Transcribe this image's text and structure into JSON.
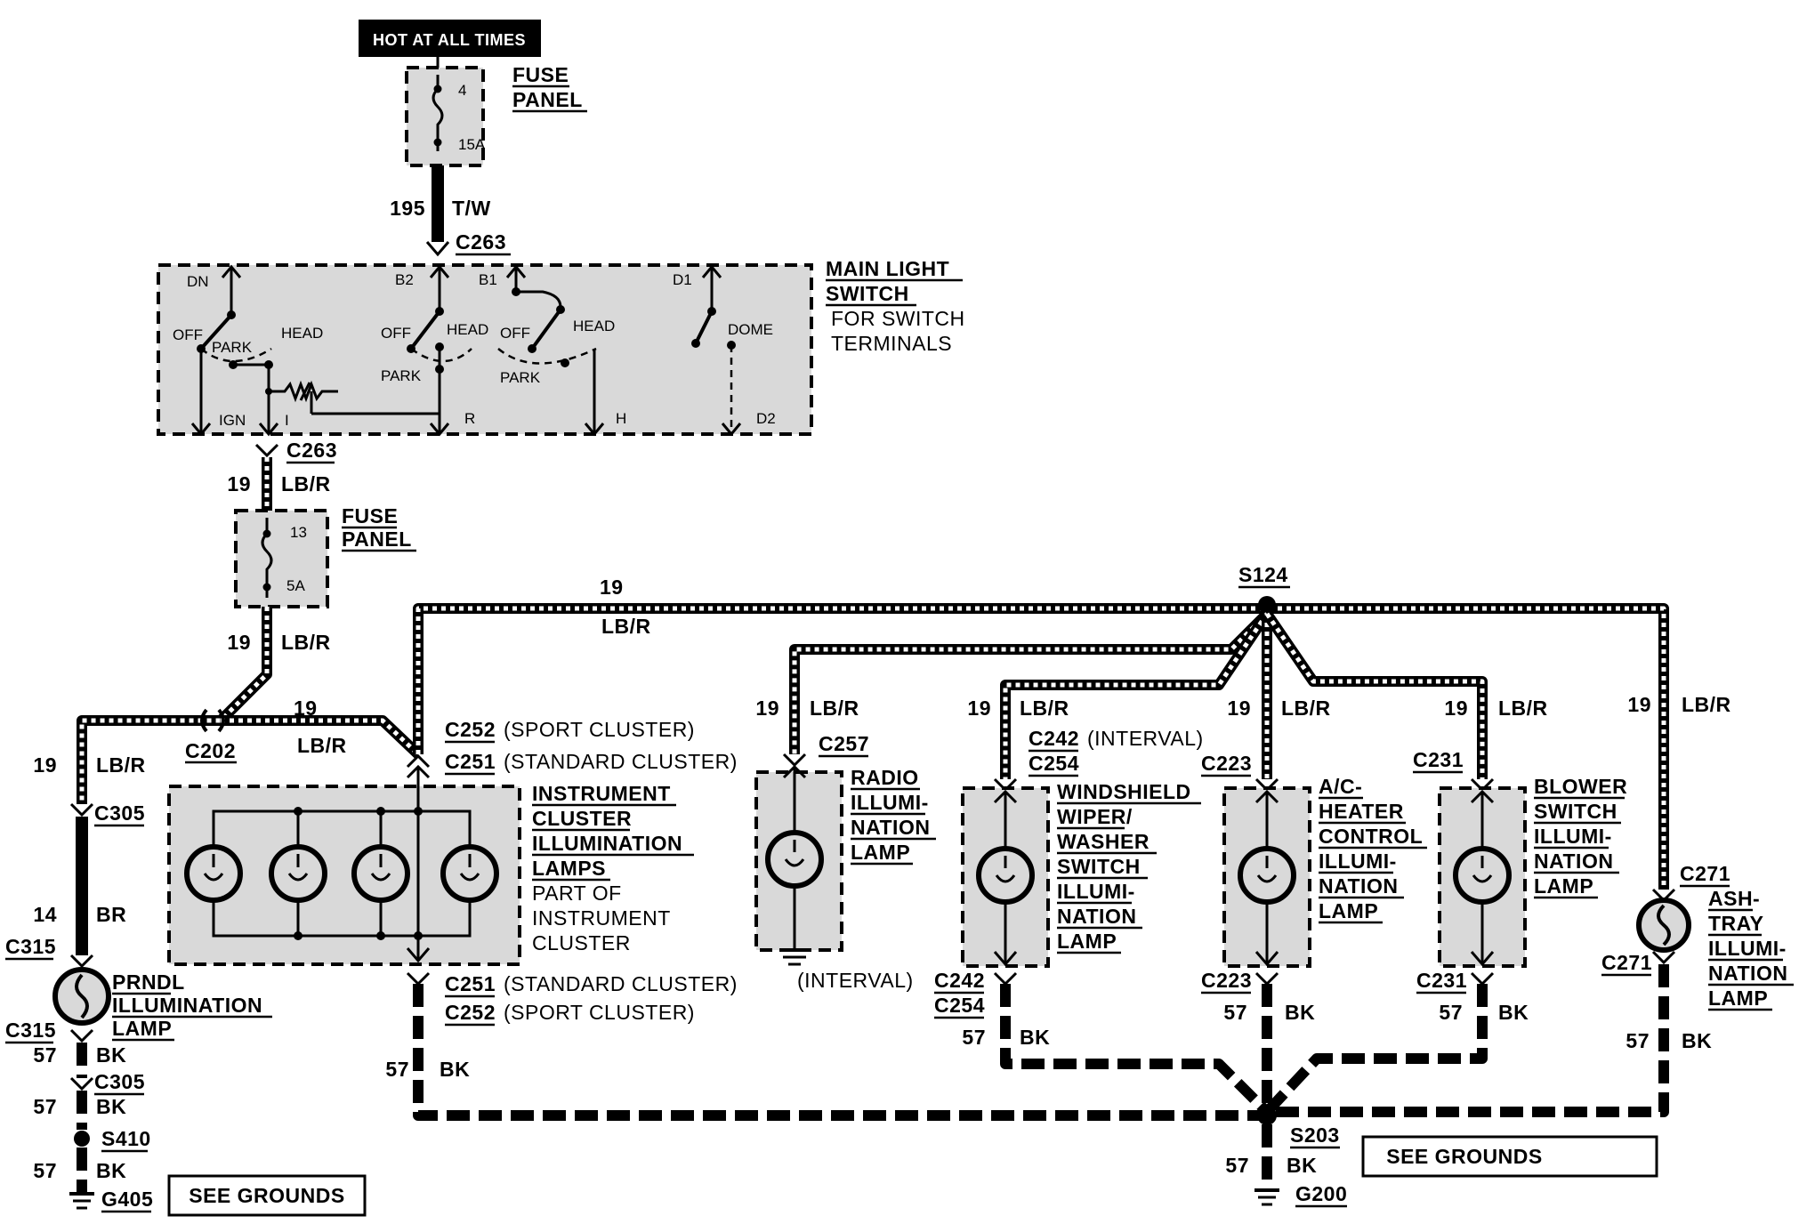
{
  "header": {
    "hot_label": "HOT AT ALL TIMES"
  },
  "fuse_panel_top": {
    "title_1": "FUSE",
    "title_2": "PANEL",
    "fuse_no": "4",
    "rating": "15A"
  },
  "wire_195": {
    "circuit": "195",
    "color": "T/W",
    "connector": "C263"
  },
  "main_light_switch": {
    "title_1": "MAIN LIGHT",
    "title_2": "SWITCH",
    "note_1": "FOR SWITCH",
    "note_2": "TERMINALS",
    "terminals": [
      "DN",
      "B2",
      "B1",
      "D1",
      "OFF",
      "PARK",
      "HEAD",
      "OFF",
      "HEAD",
      "PARK",
      "OFF",
      "HEAD",
      "PARK",
      "DOME",
      "IGN",
      "I",
      "R",
      "H",
      "D2"
    ]
  },
  "wire_19_a": {
    "connector": "C263",
    "circuit": "19",
    "color": "LB/R"
  },
  "fuse_panel_mid": {
    "title_1": "FUSE",
    "title_2": "PANEL",
    "fuse_no": "13",
    "rating": "5A"
  },
  "wire_19_b": {
    "circuit": "19",
    "color": "LB/R"
  },
  "c202": {
    "name": "C202",
    "circuit": "19",
    "color": "LB/R"
  },
  "top_bus": {
    "circuit": "19",
    "color": "LB/R",
    "splice": "S124"
  },
  "prndl": {
    "circuit": "19",
    "color": "LB/R",
    "c305": "C305",
    "wire_14": "14",
    "wire_br": "BR",
    "c315_top": "C315",
    "label_1": "PRNDL",
    "label_2": "ILLUMINATION",
    "label_3": "LAMP",
    "c315_bot": "C315",
    "w57a": "57",
    "bka": "BK",
    "c305_bot": "C305",
    "w57b": "57",
    "bkb": "BK",
    "s410": "S410",
    "w57c": "57",
    "bkc": "BK",
    "g405": "G405",
    "see_grounds": "SEE GROUNDS"
  },
  "cluster": {
    "c252_top": "C252",
    "c252_top_note": "(SPORT CLUSTER)",
    "c251_top": "C251",
    "c251_top_note": "(STANDARD CLUSTER)",
    "label_1": "INSTRUMENT",
    "label_2": "CLUSTER",
    "label_3": "ILLUMINATION",
    "label_4": "LAMPS",
    "label_5": "PART OF",
    "label_6": "INSTRUMENT",
    "label_7": "CLUSTER",
    "c251_bot": "C251",
    "c251_bot_note": "(STANDARD CLUSTER)",
    "c252_bot": "C252",
    "c252_bot_note": "(SPORT CLUSTER)",
    "w57": "57",
    "bk": "BK"
  },
  "radio": {
    "circuit": "19",
    "color": "LB/R",
    "connector": "C257",
    "label_1": "RADIO",
    "label_2": "ILLUMI-",
    "label_3": "NATION",
    "label_4": "LAMP"
  },
  "wiper": {
    "circuit": "19",
    "color": "LB/R",
    "c242": "C242",
    "c242_note": "(INTERVAL)",
    "c254": "C254",
    "label_1": "WINDSHIELD",
    "label_2": "WIPER/",
    "label_3": "WASHER",
    "label_4": "SWITCH",
    "label_5": "ILLUMI-",
    "label_6": "NATION",
    "label_7": "LAMP",
    "bot_note": "(INTERVAL)",
    "c242_bot": "C242",
    "c254_bot": "C254",
    "w57": "57",
    "bk": "BK"
  },
  "ac_heater": {
    "circuit": "19",
    "color": "LB/R",
    "connector": "C223",
    "label_1": "A/C-",
    "label_2": "HEATER",
    "label_3": "CONTROL",
    "label_4": "ILLUMI-",
    "label_5": "NATION",
    "label_6": "LAMP",
    "c223_bot": "C223",
    "w57": "57",
    "bk": "BK"
  },
  "blower": {
    "circuit": "19",
    "color": "LB/R",
    "connector": "C231",
    "label_1": "BLOWER",
    "label_2": "SWITCH",
    "label_3": "ILLUMI-",
    "label_4": "NATION",
    "label_5": "LAMP",
    "c231_bot": "C231",
    "w57": "57",
    "bk": "BK"
  },
  "ashtray": {
    "circuit": "19",
    "color": "LB/R",
    "c271_top": "C271",
    "label_1": "ASH-",
    "label_2": "TRAY",
    "label_3": "ILLUMI-",
    "label_4": "NATION",
    "label_5": "LAMP",
    "c271_bot": "C271",
    "w57": "57",
    "bk": "BK"
  },
  "ground_main": {
    "s203": "S203",
    "w57": "57",
    "bk": "BK",
    "g200": "G200",
    "see_grounds": "SEE GROUNDS"
  }
}
